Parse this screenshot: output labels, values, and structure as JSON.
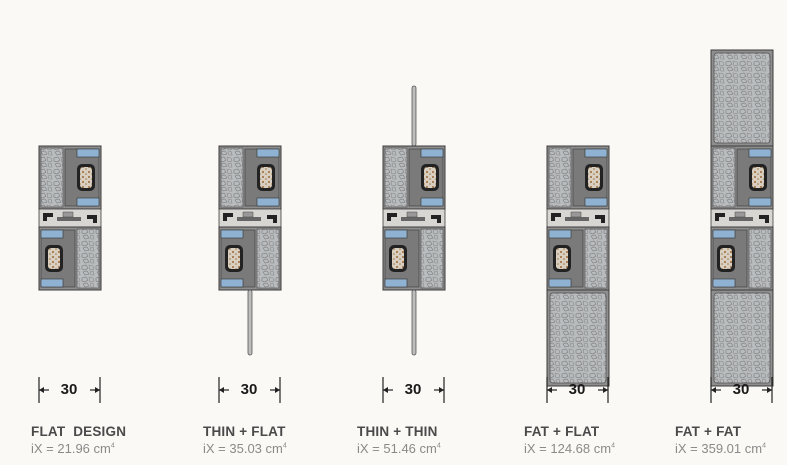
{
  "profiles": [
    {
      "id": "flat-design",
      "title": "FLAT  DESIGN",
      "ix_label": "iX = 21.96 cm",
      "ix_unit_sup": "4",
      "dimension": "30",
      "top": [
        "flat"
      ],
      "bottom": [
        "flat"
      ],
      "fin_top": false,
      "fin_bottom": false
    },
    {
      "id": "thin-flat",
      "title": "THIN + FLAT",
      "ix_label": "iX = 35.03 cm",
      "ix_unit_sup": "4",
      "dimension": "30",
      "top": [
        "flat"
      ],
      "bottom": [
        "flat"
      ],
      "fin_top": false,
      "fin_bottom": true
    },
    {
      "id": "thin-thin",
      "title": "THIN + THIN",
      "ix_label": "iX = 51.46 cm",
      "ix_unit_sup": "4",
      "dimension": "30",
      "top": [
        "flat"
      ],
      "bottom": [
        "flat"
      ],
      "fin_top": true,
      "fin_bottom": true
    },
    {
      "id": "fat-flat",
      "title": "FAT + FLAT",
      "ix_label": "iX = 124.68 cm",
      "ix_unit_sup": "4",
      "dimension": "30",
      "top": [
        "flat"
      ],
      "bottom": [
        "flat",
        "fat"
      ],
      "fin_top": false,
      "fin_bottom": false
    },
    {
      "id": "fat-fat",
      "title": "FAT + FAT",
      "ix_label": "iX = 359.01 cm",
      "ix_unit_sup": "4",
      "dimension": "30",
      "top": [
        "fat",
        "flat"
      ],
      "bottom": [
        "flat",
        "fat"
      ],
      "fin_top": false,
      "fin_bottom": false
    }
  ],
  "colors": {
    "frame": "#8e8e8e",
    "frame_dark": "#3c3c3c",
    "insulation": "#b9bcbe",
    "gasket": "#8fb2d2",
    "black": "#222222",
    "core": "#d9cfc0"
  }
}
